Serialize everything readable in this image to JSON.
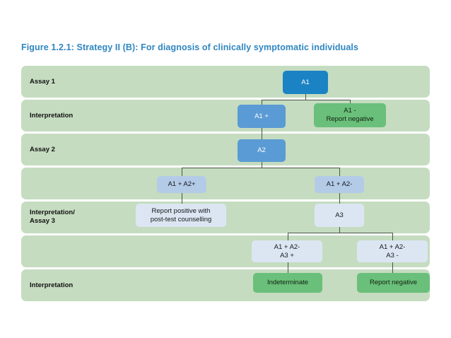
{
  "figure": {
    "title": "Figure 1.2.1: Strategy II (B): For diagnosis of clinically symptomatic individuals",
    "title_color": "#2E86C1",
    "band_color": "#c5dcc0",
    "connector_color": "#4a5446"
  },
  "rows": [
    {
      "id": "row-assay-1",
      "label": "Assay 1"
    },
    {
      "id": "row-interpretation-1",
      "label": "Interpretation"
    },
    {
      "id": "row-assay-2",
      "label": "Assay 2"
    },
    {
      "id": "row-results-2",
      "label": ""
    },
    {
      "id": "row-interpretation-assay-3",
      "label": "Interpretation/\nAssay 3"
    },
    {
      "id": "row-results-3",
      "label": ""
    },
    {
      "id": "row-interpretation-2",
      "label": "Interpretation"
    }
  ],
  "nodes": {
    "a1": {
      "label": "A1",
      "color": "#1b83c4"
    },
    "a1_pos": {
      "label": "A1 +",
      "color": "#5b9bd5"
    },
    "a1_neg": {
      "label": "A1 -\nReport negative",
      "color": "#6abf7a"
    },
    "a2": {
      "label": "A2",
      "color": "#5b9bd5"
    },
    "a1_a2_pos": {
      "label": "A1 + A2+",
      "color": "#b4cbe8"
    },
    "a1_a2_neg": {
      "label": "A1 + A2-",
      "color": "#b4cbe8"
    },
    "report_positive": {
      "label": "Report positive with\npost-test counselling",
      "color": "#dce6f2"
    },
    "a3": {
      "label": "A3",
      "color": "#dce6f2"
    },
    "a3_pos": {
      "label": "A1 + A2-\nA3 +",
      "color": "#dce6f2"
    },
    "a3_neg": {
      "label": "A1 + A2-\nA3 -",
      "color": "#dce6f2"
    },
    "indeterminate": {
      "label": "Indeterminate",
      "color": "#6abf7a"
    },
    "report_negative": {
      "label": "Report negative",
      "color": "#6abf7a"
    }
  },
  "chart_data": {
    "type": "diagram",
    "title": "Figure 1.2.1: Strategy II (B): For diagnosis of clinically symptomatic individuals",
    "swimlanes": [
      "Assay 1",
      "Interpretation",
      "Assay 2",
      "",
      "Interpretation/ Assay 3",
      "",
      "Interpretation"
    ],
    "nodes": [
      {
        "key": "a1",
        "text": "A1",
        "lane": "Assay 1"
      },
      {
        "key": "a1_pos",
        "text": "A1 +",
        "lane": "Interpretation"
      },
      {
        "key": "a1_neg",
        "text": "A1 - Report negative",
        "lane": "Interpretation"
      },
      {
        "key": "a2",
        "text": "A2",
        "lane": "Assay 2"
      },
      {
        "key": "a1_a2_pos",
        "text": "A1 + A2+",
        "lane": ""
      },
      {
        "key": "a1_a2_neg",
        "text": "A1 + A2-",
        "lane": ""
      },
      {
        "key": "report_positive",
        "text": "Report positive with post-test counselling",
        "lane": "Interpretation/ Assay 3"
      },
      {
        "key": "a3",
        "text": "A3",
        "lane": "Interpretation/ Assay 3"
      },
      {
        "key": "a3_pos",
        "text": "A1 + A2- A3 +",
        "lane": ""
      },
      {
        "key": "a3_neg",
        "text": "A1 + A2- A3 -",
        "lane": ""
      },
      {
        "key": "indeterminate",
        "text": "Indeterminate",
        "lane": "Interpretation"
      },
      {
        "key": "report_negative",
        "text": "Report negative",
        "lane": "Interpretation"
      }
    ],
    "edges": [
      {
        "from": "a1",
        "to": "a1_pos"
      },
      {
        "from": "a1",
        "to": "a1_neg"
      },
      {
        "from": "a1_pos",
        "to": "a2"
      },
      {
        "from": "a2",
        "to": "a1_a2_pos"
      },
      {
        "from": "a2",
        "to": "a1_a2_neg"
      },
      {
        "from": "a1_a2_pos",
        "to": "report_positive"
      },
      {
        "from": "a1_a2_neg",
        "to": "a3"
      },
      {
        "from": "a3",
        "to": "a3_pos"
      },
      {
        "from": "a3",
        "to": "a3_neg"
      },
      {
        "from": "a3_pos",
        "to": "indeterminate"
      },
      {
        "from": "a3_neg",
        "to": "report_negative"
      }
    ]
  }
}
